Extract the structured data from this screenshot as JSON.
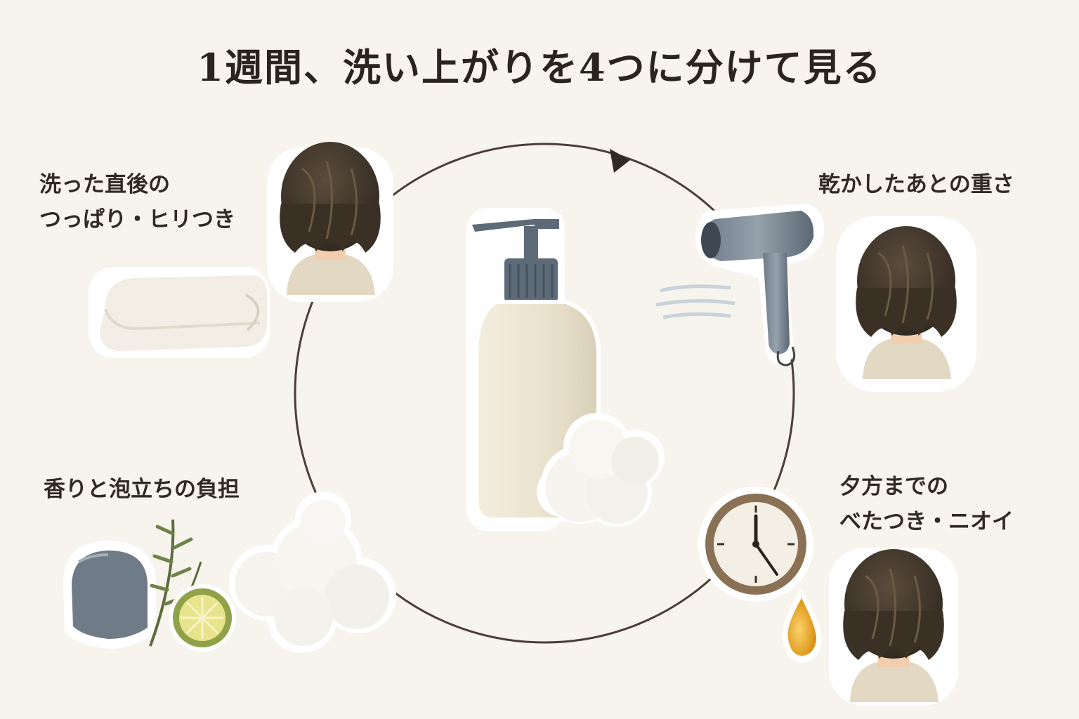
{
  "title": "1週間、洗い上がりを4つに分けて見る",
  "steps": [
    {
      "lines": [
        "洗った直後の",
        "つっぱり・ヒリつき"
      ]
    },
    {
      "lines": [
        "乾かしたあとの重さ"
      ]
    },
    {
      "lines": [
        "香りと泡立ちの負担"
      ]
    },
    {
      "lines": [
        "夕方までの",
        "べたつき・ニオイ"
      ]
    }
  ],
  "colors": {
    "background": "#f7f4ee",
    "cycle_line": "#4a3f36",
    "hair": "#3f3529",
    "bottle": "#ece4d2",
    "pump": "#5d6b78",
    "dryer": "#7f8b96",
    "oil_drop": "#e9a423",
    "citrus": "#c7d466"
  },
  "icons": [
    "shampoo-bottle-icon",
    "foam-icon",
    "towel-icon",
    "hair-dryer-icon",
    "clock-icon",
    "oil-drop-icon",
    "rosemary-icon",
    "citrus-icon",
    "soap-cap-icon",
    "head-back-icon"
  ]
}
